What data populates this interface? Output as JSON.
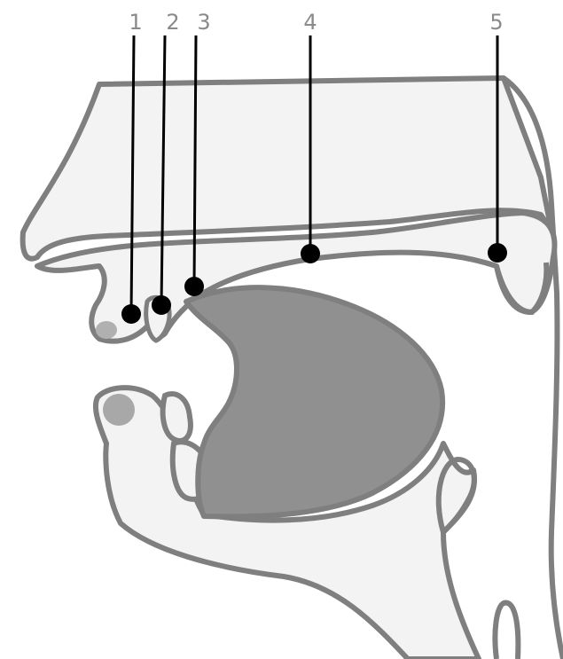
{
  "labels": [
    {
      "id": "1",
      "text": "1"
    },
    {
      "id": "2",
      "text": "2"
    },
    {
      "id": "3",
      "text": "3"
    },
    {
      "id": "4",
      "text": "4"
    },
    {
      "id": "5",
      "text": "5"
    }
  ],
  "colors": {
    "background": "#ffffff",
    "outline": "#7f7f7f",
    "tissue_fill": "#f3f3f3",
    "tongue_fill": "#909090",
    "marker": "#000000",
    "label_text": "#8a8a8a",
    "lip_highlight": "#b0b0b0"
  }
}
